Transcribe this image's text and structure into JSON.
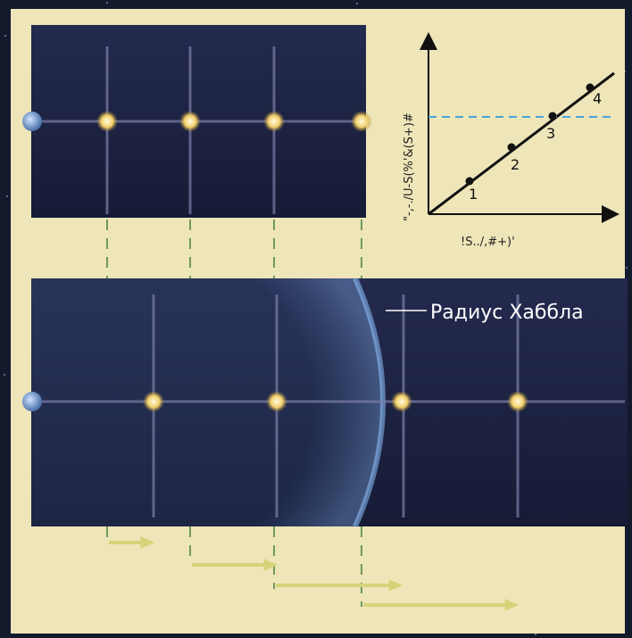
{
  "chart": {
    "y_axis_label": "\"-,-./U-S(%'&(S+)#",
    "x_axis_label": "!S../,#+)'",
    "points": [
      {
        "id": "1",
        "label": "1"
      },
      {
        "id": "2",
        "label": "2"
      },
      {
        "id": "3",
        "label": "3"
      },
      {
        "id": "4",
        "label": "4"
      }
    ],
    "reference_line": "dashed-horizontal",
    "reference_color": "#4aa3d8"
  },
  "annotation": {
    "hubble_radius": "Радиус Хаббла"
  },
  "colors": {
    "panel_bg": "#eee5b8",
    "grid_panel": "#1e2548",
    "arrow": "#d8d47a",
    "guide_dash": "#7fa86a",
    "galaxy": "#f3d77a"
  }
}
